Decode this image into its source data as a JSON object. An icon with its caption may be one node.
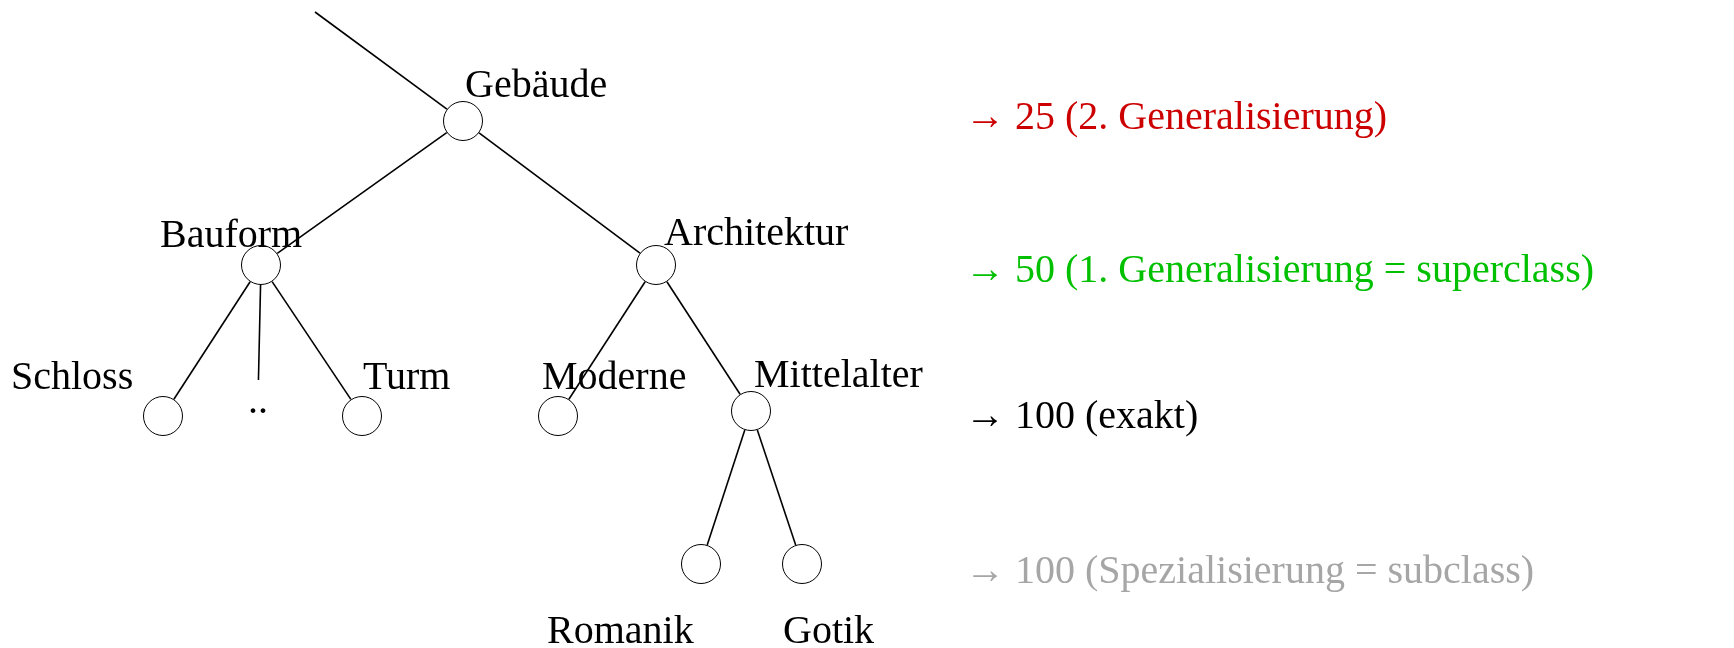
{
  "diagram": {
    "nodes": [
      {
        "text": [],
        "shape": "circle",
        "beside": [
          "Gebäude"
        ]
      },
      {
        "text": [],
        "shape": "circle",
        "beside": [
          "Bauform"
        ]
      },
      {
        "text": [],
        "shape": "circle",
        "beside": [
          "Architektur"
        ]
      },
      {
        "text": [],
        "shape": "circle",
        "beside": [
          "Schloss"
        ]
      },
      {
        "text": [
          ".."
        ]
      },
      {
        "text": [],
        "shape": "circle",
        "beside": [
          "Turm"
        ]
      },
      {
        "text": [],
        "shape": "circle",
        "beside": [
          "Moderne"
        ]
      },
      {
        "text": [],
        "shape": "circle",
        "beside": [
          "Mittelalter"
        ]
      },
      {
        "text": [],
        "shape": "circle",
        "beside": [
          "Romanik"
        ]
      },
      {
        "text": [],
        "shape": "circle",
        "beside": [
          "Gotik"
        ]
      }
    ],
    "edges": [
      {
        "from": null,
        "to": 0,
        "arrow": "none"
      },
      {
        "from": 0,
        "to": 1,
        "arrow": "none"
      },
      {
        "from": 0,
        "to": 2,
        "arrow": "none"
      },
      {
        "from": 1,
        "to": 3,
        "arrow": "none"
      },
      {
        "from": 1,
        "to": 4,
        "arrow": "none"
      },
      {
        "from": 1,
        "to": 5,
        "arrow": "none"
      },
      {
        "from": 2,
        "to": 6,
        "arrow": "none"
      },
      {
        "from": 2,
        "to": 7,
        "arrow": "none"
      },
      {
        "from": 7,
        "to": 8,
        "arrow": "none"
      },
      {
        "from": 7,
        "to": 9,
        "arrow": "none"
      }
    ],
    "labels": [
      "→ 25 (2. Generalisierung)",
      "→ 50 (1. Generalisierung = superclass)",
      "→ 100 (exakt)",
      "→ 100 (Spezialisierung = subclass)"
    ]
  }
}
